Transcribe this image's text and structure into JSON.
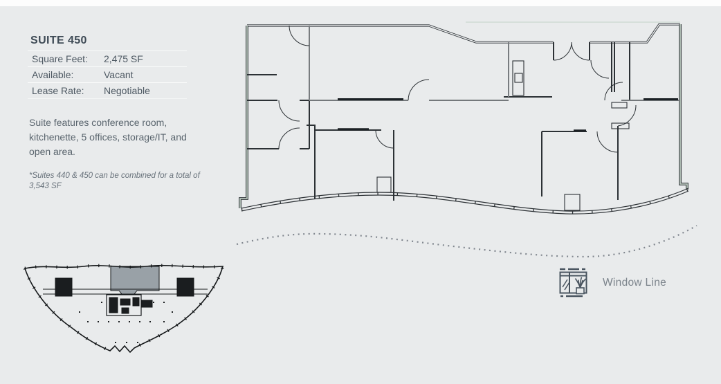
{
  "page": {
    "background": "#e9ebec",
    "top_strip_color": "#fdfdfd"
  },
  "info_panel": {
    "title": "SUITE 450",
    "rows": [
      {
        "label": "Square Feet:",
        "value": "2,475 SF"
      },
      {
        "label": "Available:",
        "value": "Vacant"
      },
      {
        "label": "Lease Rate:",
        "value": "Negotiable"
      }
    ],
    "description": "Suite features conference room, kitchenette, 5 offices, storage/IT, and open area.",
    "footnote": "*Suites 440 & 450 can be combined for a total of 3,543 SF"
  },
  "legend": {
    "icon": "window-with-plant-icon",
    "label": "Window Line"
  },
  "floor_plan": {
    "name": "suite-450-floor-plan",
    "features": [
      "conference room",
      "kitchenette",
      "5 offices",
      "storage/IT",
      "open area"
    ],
    "window_wall": "curved window wall along bottom",
    "wall_color": "#2c3135",
    "glass_wall_tint": "#b9c7bd",
    "glazing_bar_color": "#1c2125"
  },
  "mini_map": {
    "name": "full-floor-overview",
    "highlight": "suite 450 location",
    "highlight_color": "#99a1a7"
  },
  "window_line_indicator": {
    "style": "dotted wave",
    "color": "#80868e"
  }
}
